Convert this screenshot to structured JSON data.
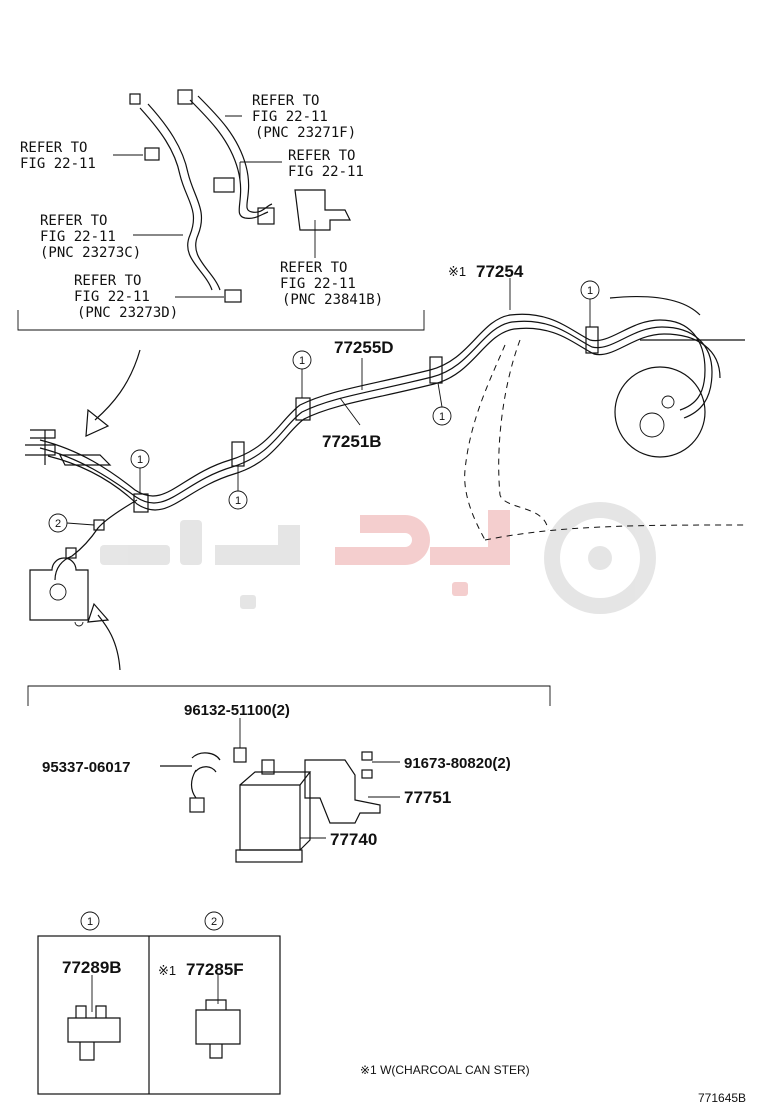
{
  "refer_notes": [
    {
      "line1": "REFER TO",
      "line2": "FIG  22-11",
      "line3": "(PNC  23271F)"
    },
    {
      "line1": "REFER TO",
      "line2": "FIG 22-11",
      "line3": ""
    },
    {
      "line1": "REFER TO",
      "line2": "FIG  22-11",
      "line3": ""
    },
    {
      "line1": "REFER TO",
      "line2": "FIG  22-11",
      "line3": "(PNC  23273C)"
    },
    {
      "line1": "REFER TO",
      "line2": "FIG  22-11",
      "line3": "(PNC  23273D)"
    },
    {
      "line1": "REFER TO",
      "line2": "FIG  22-11",
      "line3": "(PNC  23841B)"
    }
  ],
  "parts": {
    "p77254": "77254",
    "p77254_note": "※1",
    "p77255D": "77255D",
    "p77251B": "77251B",
    "p96132": "96132-51100(2)",
    "p95337": "95337-06017",
    "p91673": "91673-80820(2)",
    "p77751": "77751",
    "p77740": "77740"
  },
  "callouts": {
    "c1": "1",
    "c2": "2"
  },
  "legend": {
    "box1_num": "1",
    "box1_part": "77289B",
    "box2_num": "2",
    "box2_note": "※1",
    "box2_part": "77285F"
  },
  "footnote": "※1  W(CHARCOAL  CAN STER)",
  "figure_id": "771645B",
  "watermark": {
    "color": "#e3e3e3",
    "accent": "#f3c9c9"
  }
}
